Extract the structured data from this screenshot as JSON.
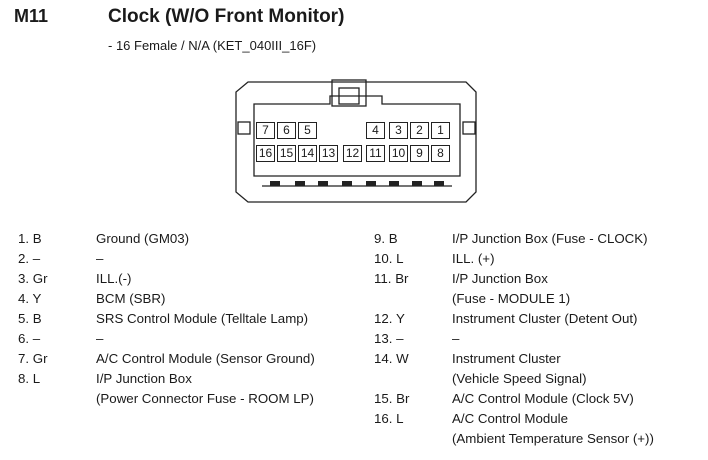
{
  "header": {
    "code": "M11",
    "title": "Clock (W/O Front Monitor)",
    "subtitle": "- 16 Female / N/A (KET_040III_16F)"
  },
  "connector": {
    "top_row": [
      "7",
      "6",
      "5",
      "",
      "",
      "4",
      "3",
      "2",
      "1"
    ],
    "bottom_row": [
      "16",
      "15",
      "14",
      "13",
      "12",
      "11",
      "10",
      "9",
      "8"
    ]
  },
  "pins_left": [
    {
      "num": "1. B",
      "lines": [
        "Ground (GM03)"
      ]
    },
    {
      "num": "2. –",
      "lines": [
        "–"
      ]
    },
    {
      "num": "3. Gr",
      "lines": [
        "ILL.(-)"
      ]
    },
    {
      "num": "4. Y",
      "lines": [
        "BCM (SBR)"
      ]
    },
    {
      "num": "5. B",
      "lines": [
        "SRS Control Module (Telltale Lamp)"
      ]
    },
    {
      "num": "6. –",
      "lines": [
        "–"
      ]
    },
    {
      "num": "7. Gr",
      "lines": [
        "A/C Control Module (Sensor Ground)"
      ]
    },
    {
      "num": "8. L",
      "lines": [
        "I/P Junction Box",
        "(Power Connector Fuse - ROOM LP)"
      ]
    }
  ],
  "pins_right": [
    {
      "num": "9. B",
      "lines": [
        "I/P Junction Box (Fuse - CLOCK)"
      ]
    },
    {
      "num": "10. L",
      "lines": [
        "ILL. (+)"
      ]
    },
    {
      "num": "11. Br",
      "lines": [
        "I/P Junction Box",
        "(Fuse - MODULE 1)"
      ]
    },
    {
      "num": "12. Y",
      "lines": [
        "Instrument Cluster (Detent Out)"
      ]
    },
    {
      "num": "13. –",
      "lines": [
        "–"
      ]
    },
    {
      "num": "14. W",
      "lines": [
        "Instrument Cluster",
        "(Vehicle Speed Signal)"
      ]
    },
    {
      "num": "15. Br",
      "lines": [
        "A/C Control Module (Clock 5V)"
      ]
    },
    {
      "num": "16. L",
      "lines": [
        "A/C Control Module",
        "(Ambient Temperature Sensor (+))"
      ]
    }
  ]
}
